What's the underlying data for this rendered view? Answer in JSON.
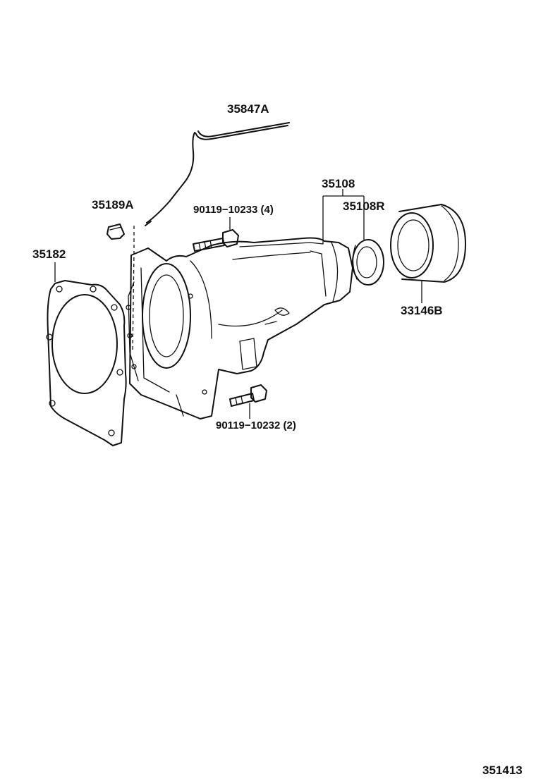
{
  "diagram_id": "351413",
  "parts": [
    {
      "key": "dipstick_tube",
      "label": "35847A"
    },
    {
      "key": "plug",
      "label": "35189A"
    },
    {
      "key": "gasket",
      "label": "35182"
    },
    {
      "key": "bolt_upper",
      "label": "90119−10233 (4)"
    },
    {
      "key": "extension_housing",
      "label": "35108"
    },
    {
      "key": "oil_seal",
      "label": "35108R"
    },
    {
      "key": "dust_cover",
      "label": "33146B"
    },
    {
      "key": "bolt_lower",
      "label": "90119−10232 (2)"
    }
  ]
}
